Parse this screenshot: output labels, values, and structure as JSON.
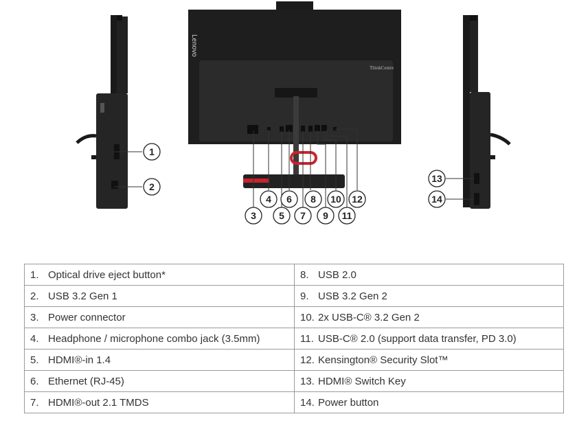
{
  "figure": {
    "brand_side_text": "Lenovo",
    "brand_rear_text": "ThinkCentre",
    "callouts": [
      "1",
      "2",
      "3",
      "4",
      "5",
      "6",
      "7",
      "8",
      "9",
      "10",
      "11",
      "12",
      "13",
      "14"
    ]
  },
  "ports": [
    {
      "num": "1.",
      "text": "Optical drive eject button*"
    },
    {
      "num": "2.",
      "text": "USB 3.2 Gen 1"
    },
    {
      "num": "3.",
      "text": "Power connector"
    },
    {
      "num": "4.",
      "text": "Headphone / microphone combo jack (3.5mm)"
    },
    {
      "num": "5.",
      "text": "HDMI®-in 1.4"
    },
    {
      "num": "6.",
      "text": "Ethernet (RJ-45)"
    },
    {
      "num": "7.",
      "text": "HDMI®-out 2.1 TMDS"
    },
    {
      "num": "8.",
      "text": "USB 2.0"
    },
    {
      "num": "9.",
      "text": "USB 3.2 Gen 2"
    },
    {
      "num": "10.",
      "text": "2x USB-C® 3.2 Gen 2"
    },
    {
      "num": "11.",
      "text": "USB-C® 2.0 (support data transfer, PD 3.0)"
    },
    {
      "num": "12.",
      "text": "Kensington® Security Slot™"
    },
    {
      "num": "13.",
      "text": "HDMI® Switch Key"
    },
    {
      "num": "14.",
      "text": "Power button"
    }
  ],
  "colors": {
    "chassis": "#1e1e1e",
    "rear_panel": "#2b2b2b",
    "accent_red": "#c8232c",
    "table_border": "#9a9a9a"
  }
}
